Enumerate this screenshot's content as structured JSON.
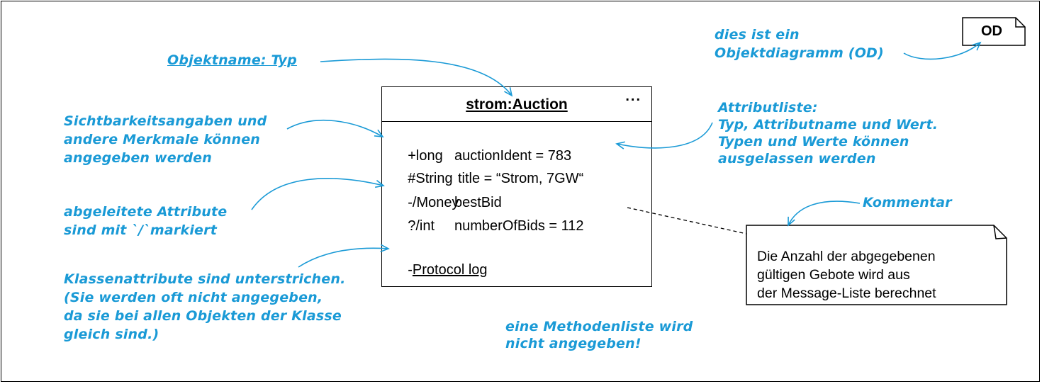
{
  "diagram_tag": "OD",
  "object": {
    "title": "strom:Auction",
    "ellipsis": "...",
    "attributes": [
      {
        "type": "+long",
        "rest": "auctionIdent = 783"
      },
      {
        "type": "#String",
        "rest": "title = “Strom, 7GW“"
      },
      {
        "type": "-/Money",
        "rest": "bestBid"
      },
      {
        "type": "?/int",
        "rest": "numberOfBids = 112"
      }
    ],
    "class_attribute": {
      "prefix": "-",
      "name": "Protocol log"
    }
  },
  "comment": {
    "text": "Die Anzahl der abgegebenen\ngültigen Gebote wird aus\nder Message-Liste berechnet"
  },
  "annotations": {
    "object_name_type": "Objektname: Typ",
    "visibility": "Sichtbarkeitsangaben und\nandere Merkmale können\nangegeben werden",
    "derived": "abgeleitete Attribute\nsind mit `/`markiert",
    "class_attrs": "Klassenattribute sind unterstrichen.\n(Sie werden oft nicht angegeben,\nda sie bei allen Objekten der Klasse\ngleich sind.)",
    "methods": "eine Methodenliste wird\nnicht angegeben!",
    "od_note": "dies ist ein\nObjektdiagramm (OD)",
    "attr_list": "Attributliste:\nTyp, Attributname und Wert.\nTypen und Werte können\nausgelassen werden",
    "comment_label": "Kommentar"
  },
  "colors": {
    "annotation": "#1a9ad6",
    "lines": "#000000"
  }
}
